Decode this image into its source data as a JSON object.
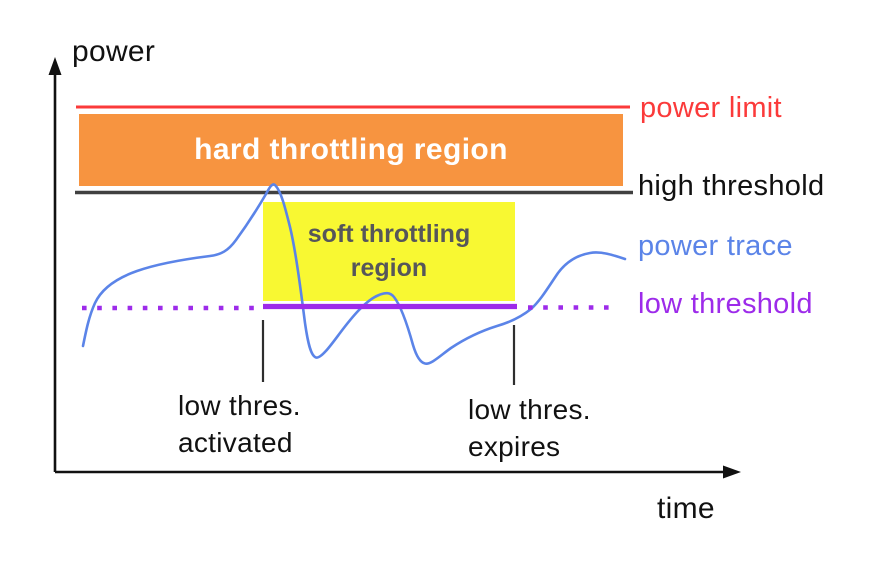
{
  "diagram": {
    "axes": {
      "y_label": "power",
      "x_label": "time"
    },
    "regions": {
      "hard": {
        "label": "hard throttling region"
      },
      "soft": {
        "label": "soft throttling\nregion"
      }
    },
    "legend": {
      "power_limit": "power limit",
      "high_threshold": "high threshold",
      "power_trace": "power trace",
      "low_threshold": "low threshold"
    },
    "annotations": {
      "low_activated": "low thres.\nactivated",
      "low_expires": "low thres.\nexpires"
    },
    "colors": {
      "power_limit": "#fb3a3a",
      "hard_region": "#f79440",
      "hard_region_text": "#ffffff",
      "high_threshold": "#404040",
      "soft_region": "#f8f832",
      "soft_region_text": "#56565a",
      "power_trace": "#5b84e8",
      "low_threshold": "#9d2bea",
      "axis": "#111111"
    }
  }
}
